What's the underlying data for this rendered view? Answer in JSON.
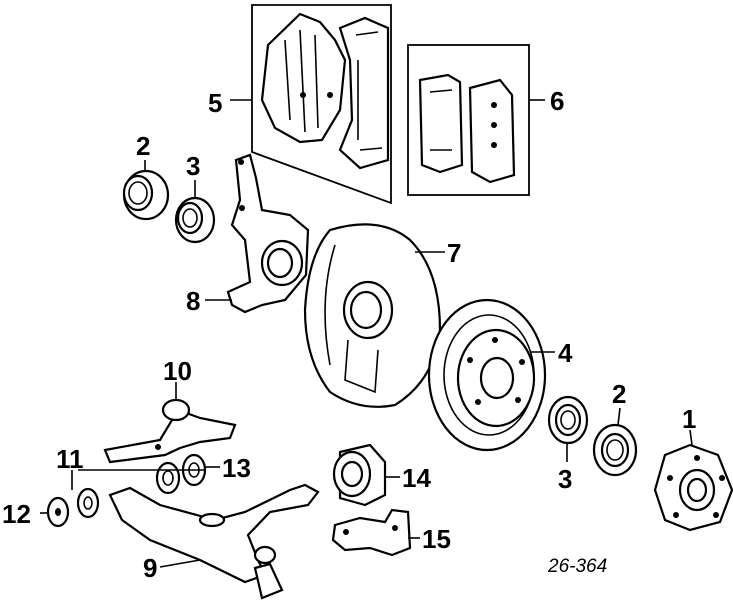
{
  "callouts": {
    "c1": "1",
    "c2a": "2",
    "c2b": "2",
    "c3a": "3",
    "c3b": "3",
    "c4": "4",
    "c5": "5",
    "c6": "6",
    "c7": "7",
    "c8": "8",
    "c9": "9",
    "c10": "10",
    "c11": "11",
    "c12": "12",
    "c13": "13",
    "c14": "14",
    "c15": "15"
  },
  "reference_code": "26-364",
  "colors": {
    "line": "#000000",
    "background": "#ffffff"
  }
}
